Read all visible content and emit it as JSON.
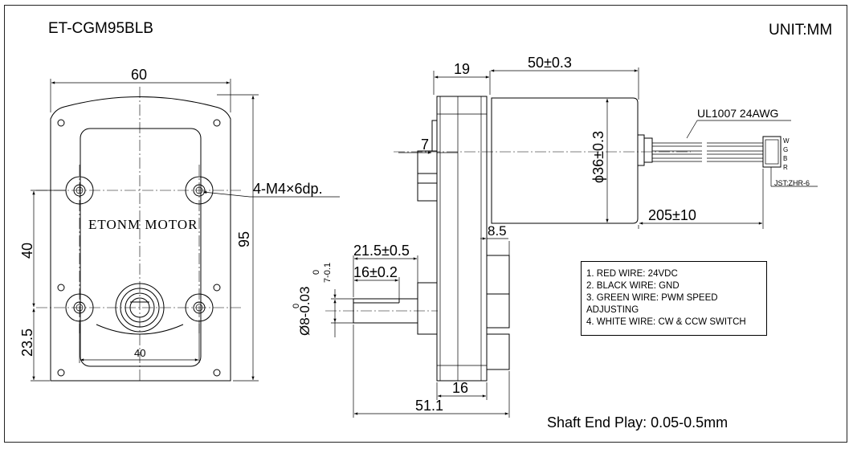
{
  "title": "ET-CGM95BLB",
  "unit": "UNIT:MM",
  "logo_text": "ETONM MOTOR",
  "dimensions": {
    "front_width": "60",
    "front_height": "95",
    "hole_spacing_vertical": "40",
    "shaft_offset": "23.5",
    "hole_spacing_horizontal": "40",
    "thread": "4-M4",
    "thread_times": "×",
    "thread_depth": "6dp.",
    "gearbox_width": "19",
    "motor_length": "50±0.3",
    "motor_diameter": "ϕ36±0.3",
    "seven": "7",
    "wire_spec": "UL1007 24AWG",
    "wire_length": "205±10",
    "connector": "JST:ZHR-6",
    "wire_letters": [
      "W",
      "G",
      "B",
      "R"
    ],
    "boss_width": "8.5",
    "shaft_len_1": "21.5±0.5",
    "shaft_len_2": "16±0.2",
    "flat_tol_upper": "0",
    "flat_tol_lower": "7-0.1",
    "shaft_dia_tol_upper": "0",
    "shaft_dia": "Ø8-0.03",
    "total_length": "51.1",
    "bottom_16": "16"
  },
  "notes": [
    "1. RED WIRE: 24VDC",
    "2. BLACK WIRE: GND",
    "3. GREEN WIRE: PWM SPEED",
    "ADJUSTING",
    "4. WHITE WIRE: CW & CCW SWITCH"
  ],
  "footer": "Shaft End Play: 0.05-0.5mm"
}
